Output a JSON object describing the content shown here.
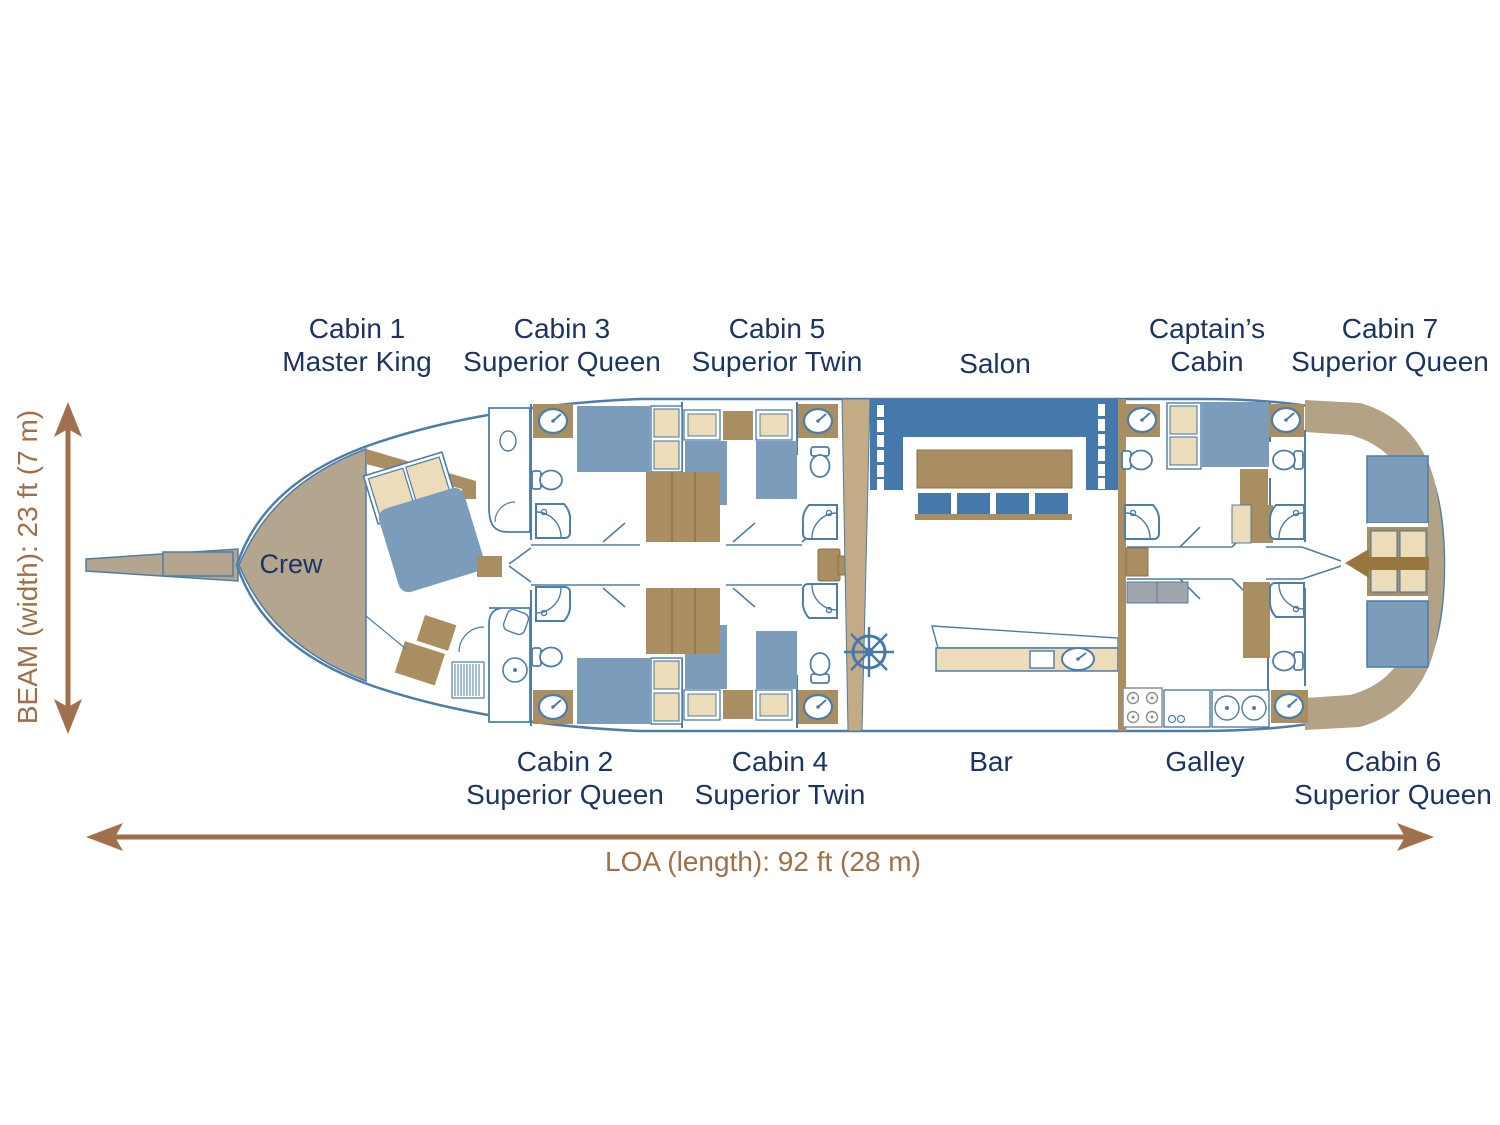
{
  "diagram": {
    "type": "yacht-deck-plan",
    "dimensions": {
      "beam_label": "BEAM (width): 23 ft (7 m)",
      "loa_label": "LOA (length): 92 ft (28 m)"
    },
    "rooms": {
      "crew_label": "Crew",
      "top": [
        {
          "id": "cabin-1",
          "line1": "Cabin 1",
          "line2": "Master King"
        },
        {
          "id": "cabin-3",
          "line1": "Cabin 3",
          "line2": "Superior Queen"
        },
        {
          "id": "cabin-5",
          "line1": "Cabin 5",
          "line2": "Superior Twin"
        },
        {
          "id": "salon",
          "line1": "Salon",
          "line2": ""
        },
        {
          "id": "captains-cabin",
          "line1": "Captain’s",
          "line2": "Cabin"
        },
        {
          "id": "cabin-7",
          "line1": "Cabin 7",
          "line2": "Superior Queen"
        }
      ],
      "bottom": [
        {
          "id": "cabin-2",
          "line1": "Cabin 2",
          "line2": "Superior Queen"
        },
        {
          "id": "cabin-4",
          "line1": "Cabin 4",
          "line2": "Superior Twin"
        },
        {
          "id": "bar",
          "line1": "Bar",
          "line2": ""
        },
        {
          "id": "galley",
          "line1": "Galley",
          "line2": ""
        },
        {
          "id": "cabin-6",
          "line1": "Cabin 6",
          "line2": "Superior Queen"
        }
      ]
    },
    "colors": {
      "label_navy": "#1d3461",
      "dimension_brown": "#a0704c",
      "hull_outline_blue": "#4d7da8",
      "bed_blue": "#7b9cba",
      "salon_blue": "#4579ab",
      "furniture_tan": "#a98e62",
      "deck_taupe": "#b4a68e",
      "cream": "#ecdcba",
      "stern_taupe": "#b3a285",
      "entry_arrow_brown": "#97773d"
    },
    "icons": {
      "porthole-gauge-icon": "circle with needle (washbasin)",
      "toilet-icon": "oval bowl with tank",
      "shower-icon": "quarter-round stall",
      "ship-wheel-icon": "spoked helm wheel",
      "stove-icon": "four burner rings",
      "entry-arrow-icon": "solid arrow pointing into corridor",
      "sunburst-icon": "radiating lines in bow cabin",
      "beam-arrow-icon": "vertical double-headed arrow",
      "loa-arrow-icon": "horizontal double-headed arrow"
    }
  }
}
